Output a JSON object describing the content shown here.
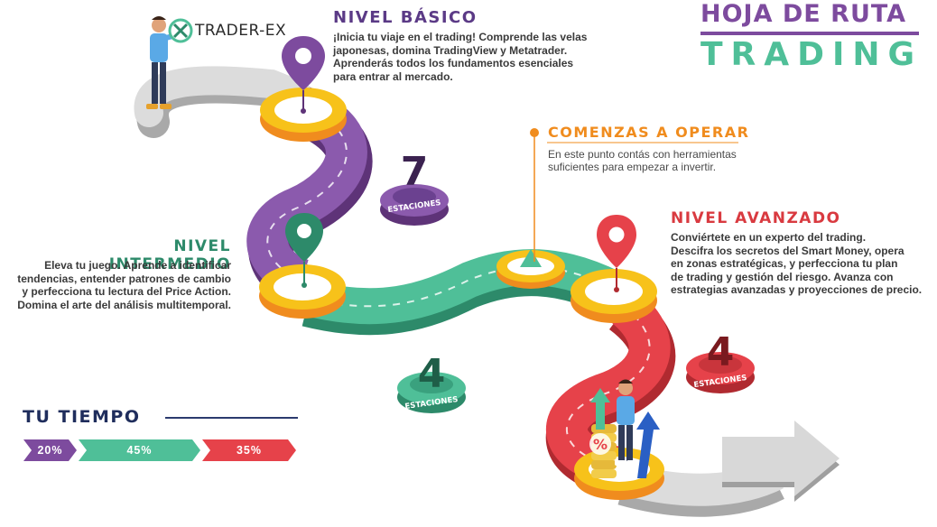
{
  "title": {
    "line1": "HOJA DE RUTA",
    "line2": "TRADING"
  },
  "brand": {
    "name": "TRADER-EX"
  },
  "levels": {
    "basico": {
      "heading": "NIVEL BÁSICO",
      "lines": [
        "¡Inicia tu viaje en el trading! Comprende las velas",
        "japonesas, domina TradingView y Metatrader.",
        "Aprenderás todos los fundamentos esenciales",
        "para entrar al mercado."
      ]
    },
    "intermedio": {
      "heading": "NIVEL INTERMEDIO",
      "lines": [
        "Eleva tu juego. Aprende a identificar",
        "tendencias, entender patrones de cambio",
        "y perfecciona tu lectura del Price Action.",
        "Domina el arte del análisis multitemporal."
      ]
    },
    "operar": {
      "heading": "COMENZAS A OPERAR",
      "lines": [
        "En este punto contás con herramientas",
        "suficientes para empezar a invertir."
      ]
    },
    "avanzado": {
      "heading": "NIVEL AVANZADO",
      "lines": [
        "Conviértete en un experto del trading.",
        "Descifra los secretos del Smart Money, opera",
        "en zonas estratégicas, y perfecciona tu plan",
        "de trading y gestión del riesgo. Avanza con",
        "estrategias avanzadas y proyecciones de precio."
      ]
    }
  },
  "stations": {
    "basico": {
      "count": "7",
      "label": "ESTACIONES"
    },
    "intermedio": {
      "count": "4",
      "label": "ESTACIONES"
    },
    "avanzado": {
      "count": "4",
      "label": "ESTACIONES"
    }
  },
  "time": {
    "heading": "TU TIEMPO",
    "segments": [
      {
        "label": "20%",
        "value": 20,
        "color": "#7d4b9e"
      },
      {
        "label": "45%",
        "value": 45,
        "color": "#4fbf98"
      },
      {
        "label": "35%",
        "value": 35,
        "color": "#e6424a"
      }
    ]
  },
  "colors": {
    "purple": "#7d4b9e",
    "green": "#4fbf98",
    "red": "#e6424a",
    "orange": "#f08c1e",
    "yellow": "#f7c21a",
    "gray": "#c8c8c8"
  },
  "icons": [
    "map-pin-icon",
    "person-icon",
    "coin-stack-icon",
    "percent-icon",
    "up-arrow-icon",
    "logo-x-icon"
  ]
}
